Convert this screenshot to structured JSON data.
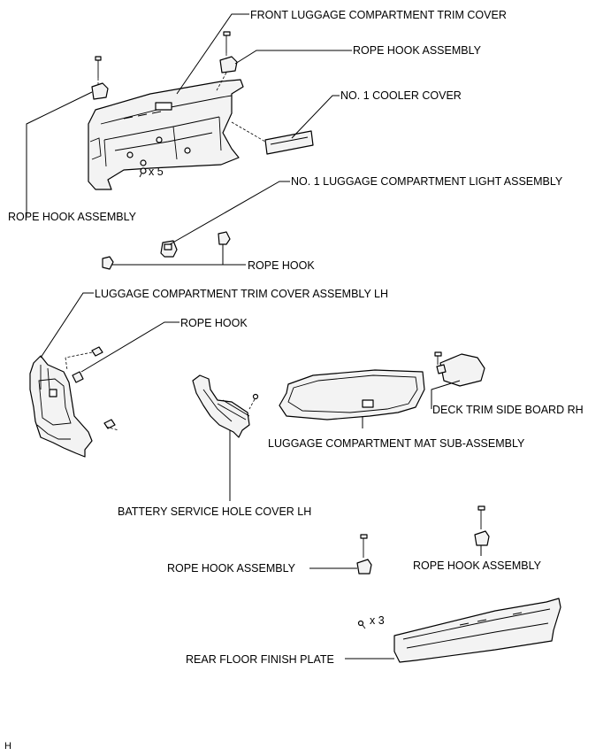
{
  "labels": {
    "front_trim_cover": "FRONT LUGGAGE COMPARTMENT TRIM COVER",
    "rope_hook_assy_top": "ROPE HOOK ASSEMBLY",
    "cooler_cover": "NO. 1 COOLER COVER",
    "qty_clips_top": "x 5",
    "light_assembly": "NO. 1 LUGGAGE COMPARTMENT LIGHT ASSEMBLY",
    "rope_hook_assy_left": "ROPE HOOK ASSEMBLY",
    "rope_hook_mid": "ROPE HOOK",
    "trim_cover_lh": "LUGGAGE COMPARTMENT TRIM COVER ASSEMBLY LH",
    "rope_hook_lower": "ROPE HOOK",
    "deck_trim_side_board": "DECK TRIM SIDE BOARD RH",
    "mat_sub_assembly": "LUGGAGE COMPARTMENT MAT SUB-ASSEMBLY",
    "battery_cover": "BATTERY SERVICE HOLE COVER LH",
    "rope_hook_assy_bottom_left": "ROPE HOOK ASSEMBLY",
    "rope_hook_assy_bottom_right": "ROPE HOOK ASSEMBLY",
    "qty_clips_bottom": "x 3",
    "rear_floor_plate": "REAR FLOOR FINISH PLATE",
    "corner_code": "H"
  }
}
